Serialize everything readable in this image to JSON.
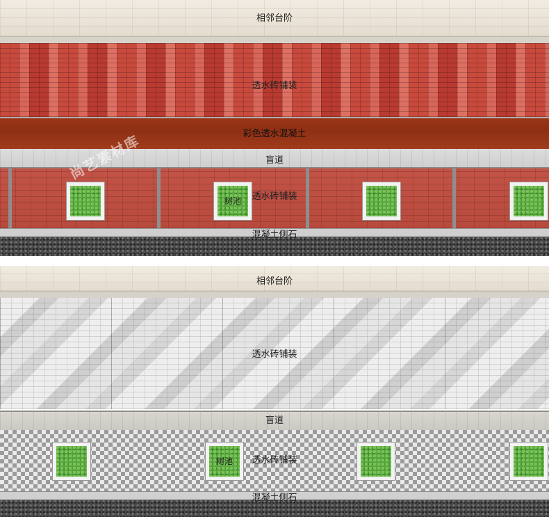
{
  "top_panel": {
    "adjacent_steps": "相邻台阶",
    "permeable_paving": "透水砖铺装",
    "colored_concrete": "彩色透水混凝土",
    "blind_path": "盲道",
    "tree_pool": "树池",
    "permeable_paving_2": "透水砖铺装",
    "concrete_curb": "混凝土侧石",
    "watermark": "尚艺素材库"
  },
  "bottom_panel": {
    "adjacent_steps": "相邻台阶",
    "permeable_paving": "透水砖铺装",
    "blind_path": "盲道",
    "tree_pool": "树池",
    "permeable_paving_2": "透水砖铺装",
    "concrete_curb": "混凝土侧石"
  },
  "colors": {
    "red_brick": "#c84a3d",
    "colored_concrete": "#9a3417",
    "grass": "#58a83e",
    "grey_brick": "#dcdcdc"
  }
}
